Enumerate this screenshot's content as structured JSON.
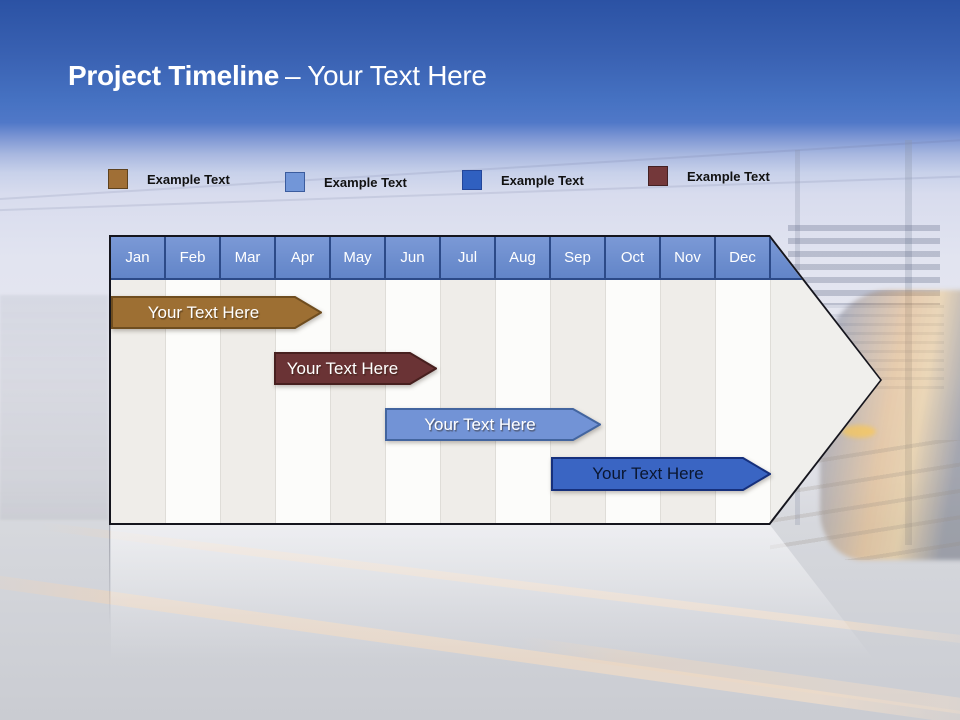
{
  "title": {
    "bold": "Project Timeline",
    "rest": "– Your Text Here"
  },
  "legend": {
    "items": [
      {
        "label": "Example Text",
        "color": "#A06F36"
      },
      {
        "label": "Example Text",
        "color": "#7296D8"
      },
      {
        "label": "Example Text",
        "color": "#3060C0"
      },
      {
        "label": "Example Text",
        "color": "#74383A"
      }
    ]
  },
  "timeline": {
    "months": [
      "Jan",
      "Feb",
      "Mar",
      "Apr",
      "May",
      "Jun",
      "Jul",
      "Aug",
      "Sep",
      "Oct",
      "Nov",
      "Dec"
    ],
    "header_color": "#6D8FD0",
    "header_separator_color": "#2C4A88",
    "bars": [
      {
        "label": "Your Text Here",
        "fill": "#9D6F33",
        "border": "#6F4D1F",
        "text_color": "#FFFFFF",
        "start": "Jan",
        "end": "Apr"
      },
      {
        "label": "Your Text Here",
        "fill": "#6A3335",
        "border": "#47201F",
        "text_color": "#FFFFFF",
        "start": "Apr",
        "end": "Jun"
      },
      {
        "label": "Your Text Here",
        "fill": "#7293D6",
        "border": "#43659F",
        "text_color": "#FFFFFF",
        "start": "Jun",
        "end": "Sep"
      },
      {
        "label": "Your Text Here",
        "fill": "#3A65C3",
        "border": "#16307C",
        "text_color": "#0A1630",
        "start": "Sep",
        "end": "Dec"
      }
    ]
  }
}
